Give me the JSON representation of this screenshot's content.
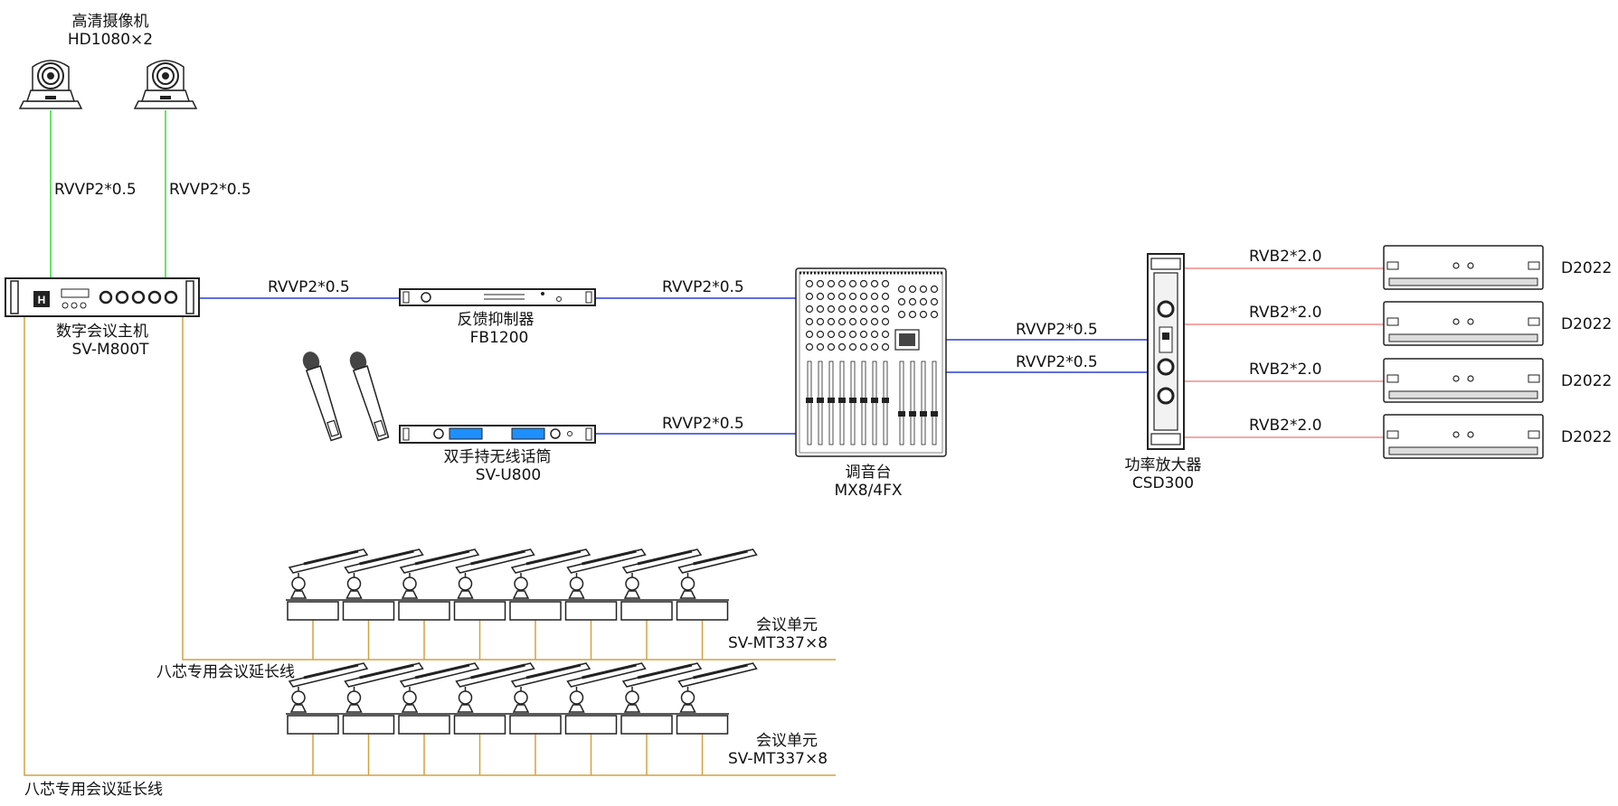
{
  "colors": {
    "green_line": "#33dd33",
    "blue_line": "#2b3fd4",
    "red_line": "#ef8a8a",
    "orange_line": "#d4a040",
    "device_stroke": "#222222"
  },
  "cameras": {
    "name": "高清摄像机",
    "model": "HD1080×2",
    "cable_1": "RVVP2*0.5",
    "cable_2": "RVVP2*0.5"
  },
  "host": {
    "name": "数字会议主机",
    "model": "SV-M800T"
  },
  "feedback": {
    "name": "反馈抑制器",
    "model": "FB1200",
    "cable_in": "RVVP2*0.5",
    "cable_out": "RVVP2*0.5"
  },
  "wireless": {
    "name": "双手持无线话筒",
    "model": "SV-U800",
    "cable": "RVVP2*0.5"
  },
  "mixer": {
    "name": "调音台",
    "model": "MX8/4FX",
    "cable_1": "RVVP2*0.5",
    "cable_2": "RVVP2*0.5"
  },
  "amp": {
    "name": "功率放大器",
    "model": "CSD300"
  },
  "speakers": {
    "items": [
      {
        "model": "D2022",
        "cable": "RVB2*2.0"
      },
      {
        "model": "D2022",
        "cable": "RVB2*2.0"
      },
      {
        "model": "D2022",
        "cable": "RVB2*2.0"
      },
      {
        "model": "D2022",
        "cable": "RVB2*2.0"
      }
    ]
  },
  "units": {
    "group_1": {
      "name": "会议单元",
      "model": "SV-MT337×8",
      "cable": "八芯专用会议延长线"
    },
    "group_2": {
      "name": "会议单元",
      "model": "SV-MT337×8",
      "cable": "八芯专用会议延长线"
    }
  }
}
